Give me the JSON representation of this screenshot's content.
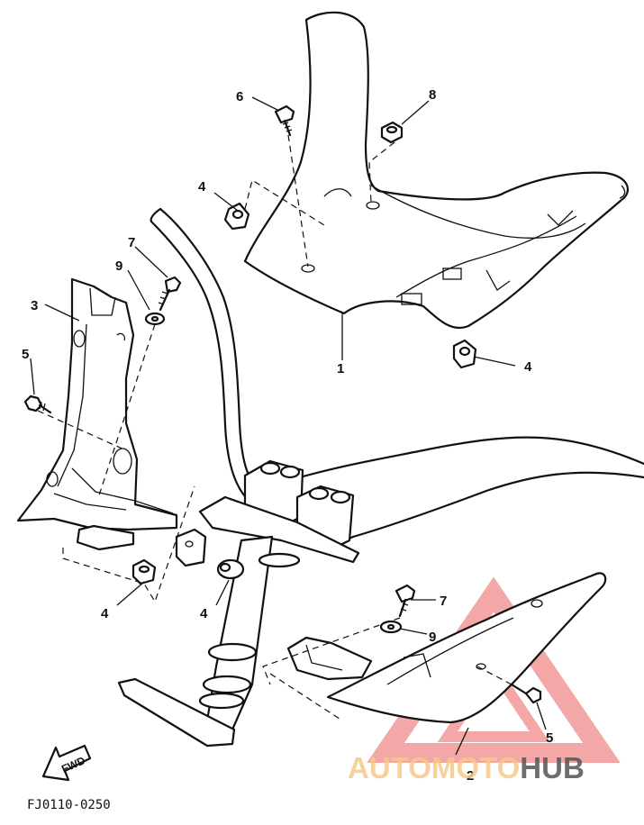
{
  "diagram": {
    "drawing_code": "FJ0110-0250",
    "direction_arrow_label": "FWD",
    "callouts": [
      {
        "id": "c1",
        "label": "1",
        "part": "front cover"
      },
      {
        "id": "c2",
        "label": "2",
        "part": "right side panel"
      },
      {
        "id": "c3",
        "label": "3",
        "part": "left side panel"
      },
      {
        "id": "c4a",
        "label": "4",
        "part": "grommet"
      },
      {
        "id": "c4b",
        "label": "4",
        "part": "grommet"
      },
      {
        "id": "c4c",
        "label": "4",
        "part": "grommet"
      },
      {
        "id": "c4d",
        "label": "4",
        "part": "grommet"
      },
      {
        "id": "c5a",
        "label": "5",
        "part": "screw"
      },
      {
        "id": "c5b",
        "label": "5",
        "part": "screw"
      },
      {
        "id": "c6",
        "label": "6",
        "part": "screw"
      },
      {
        "id": "c7a",
        "label": "7",
        "part": "bolt"
      },
      {
        "id": "c7b",
        "label": "7",
        "part": "bolt"
      },
      {
        "id": "c8",
        "label": "8",
        "part": "nut"
      },
      {
        "id": "c9a",
        "label": "9",
        "part": "washer"
      },
      {
        "id": "c9b",
        "label": "9",
        "part": "washer"
      }
    ]
  },
  "watermark": {
    "part1": "AUTOMOTO",
    "part2": "HUB",
    "color_primary": "#f08a8a",
    "color_secondary": "#f5c98a",
    "color_dark": "#555555"
  }
}
